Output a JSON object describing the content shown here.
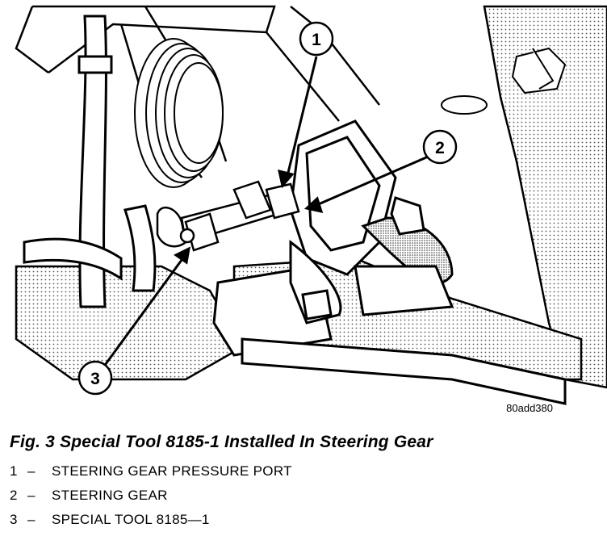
{
  "figure": {
    "image_code": "80add380",
    "caption": "Fig. 3 Special Tool 8185-1 Installed In Steering Gear"
  },
  "callouts": [
    {
      "number": "1"
    },
    {
      "number": "2"
    },
    {
      "number": "3"
    }
  ],
  "legend": [
    {
      "number": "1",
      "dash": "–",
      "label": "STEERING GEAR PRESSURE PORT"
    },
    {
      "number": "2",
      "dash": "–",
      "label": "STEERING GEAR"
    },
    {
      "number": "3",
      "dash": "–",
      "label": "SPECIAL TOOL 8185—1"
    }
  ]
}
